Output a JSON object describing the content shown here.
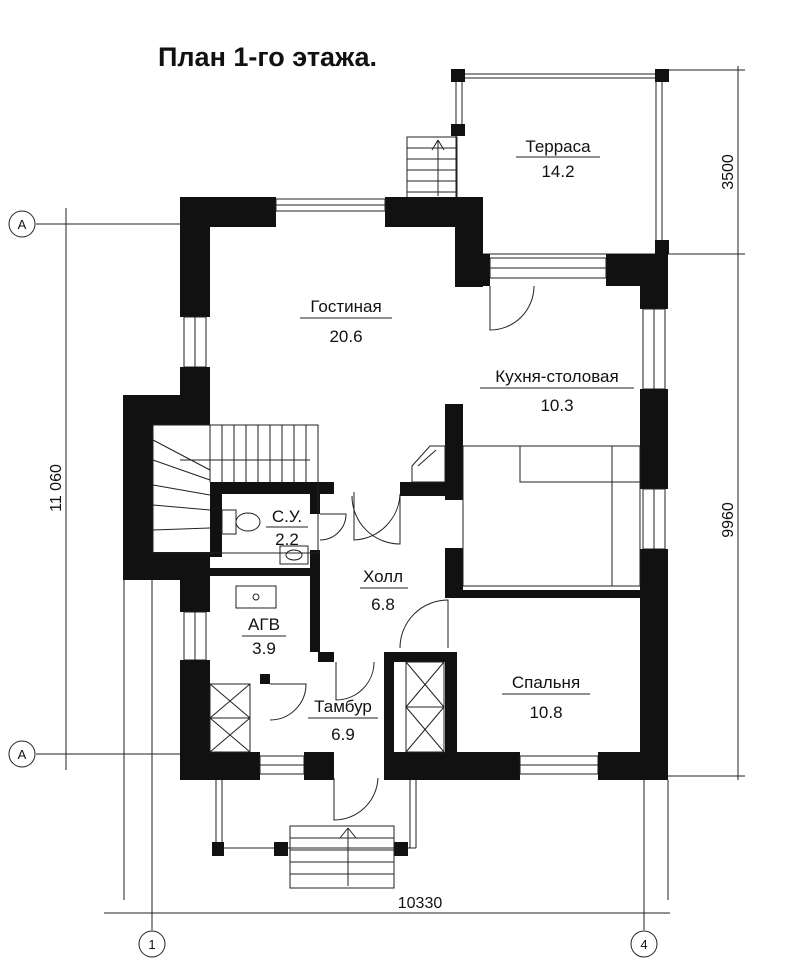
{
  "title": "План 1-го этажа.",
  "rooms": [
    {
      "name": "Терраса",
      "area": "14.2"
    },
    {
      "name": "Гостиная",
      "area": "20.6"
    },
    {
      "name": "Кухня-столовая",
      "area": "10.3"
    },
    {
      "name": "С.У.",
      "area": "2.2"
    },
    {
      "name": "Холл",
      "area": "6.8"
    },
    {
      "name": "АГВ",
      "area": "3.9"
    },
    {
      "name": "Тамбур",
      "area": "6.9"
    },
    {
      "name": "Спальня",
      "area": "10.8"
    }
  ],
  "dimensions": {
    "terrace_depth": "3500",
    "house_depth": "9960",
    "total_depth": "11 060",
    "total_width": "10330"
  },
  "axes": {
    "a_top": "A",
    "a_bottom": "A",
    "col_left": "1",
    "col_right": "4"
  }
}
